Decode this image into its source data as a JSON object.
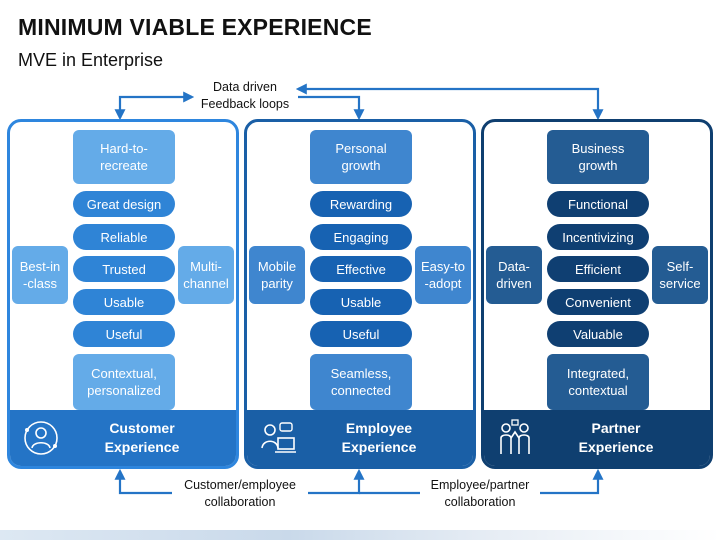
{
  "title": "MINIMUM VIABLE EXPERIENCE",
  "subtitle": "MVE in Enterprise",
  "top_note": "Data driven\nFeedback loops",
  "bottom_notes": [
    "Customer/employee\ncollaboration",
    "Employee/partner\ncollaboration"
  ],
  "colors": {
    "customer_border": "#2e86de",
    "customer_light": "#64abe8",
    "customer_pill": "#2f84d6",
    "customer_footer": "#2474c6",
    "employee_border": "#1a5fa6",
    "employee_light": "#3f86cf",
    "employee_pill": "#1762b2",
    "employee_footer": "#1a5fa6",
    "partner_border": "#0f3f70",
    "partner_light": "#245c93",
    "partner_pill": "#0f3f72",
    "partner_footer": "#0f3f70",
    "arrow": "#2474c6"
  },
  "panels": [
    {
      "key": "customer",
      "top_box": "Hard-to-\nrecreate",
      "items": [
        "Great design",
        "Reliable",
        "Trusted",
        "Usable",
        "Useful"
      ],
      "bottom_box": "Contextual,\npersonalized",
      "left_side": "Best-in\n-class",
      "right_side": "Multi-\nchannel",
      "footer_label": "Customer\nExperience",
      "icon": "customer-icon"
    },
    {
      "key": "employee",
      "top_box": "Personal\ngrowth",
      "items": [
        "Rewarding",
        "Engaging",
        "Effective",
        "Usable",
        "Useful"
      ],
      "bottom_box": "Seamless,\nconnected",
      "left_side": "Mobile\nparity",
      "right_side": "Easy-to\n-adopt",
      "footer_label": "Employee\nExperience",
      "icon": "employee-icon"
    },
    {
      "key": "partner",
      "top_box": "Business\ngrowth",
      "items": [
        "Functional",
        "Incentivizing",
        "Efficient",
        "Convenient",
        "Valuable"
      ],
      "bottom_box": "Integrated,\ncontextual",
      "left_side": "Data-\ndriven",
      "right_side": "Self-\nservice",
      "footer_label": "Partner\nExperience",
      "icon": "partner-icon"
    }
  ]
}
